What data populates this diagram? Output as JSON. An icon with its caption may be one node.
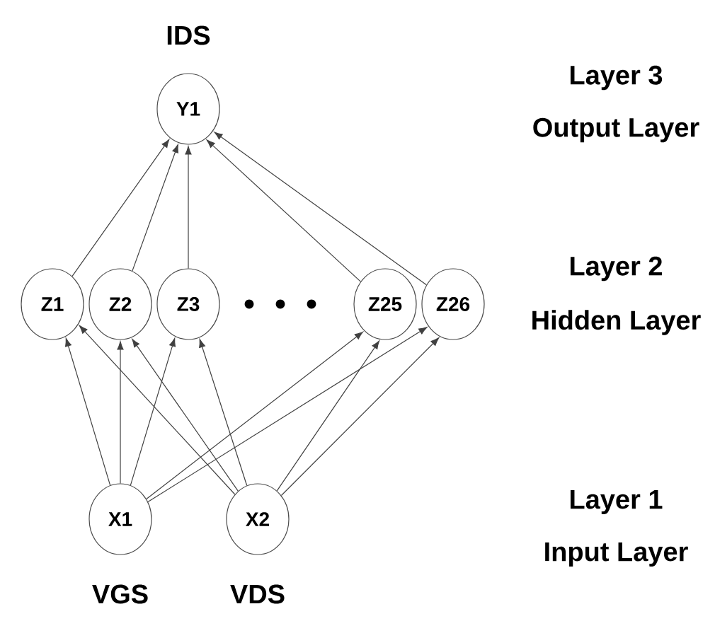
{
  "diagram": {
    "nodes": [
      {
        "text": [
          "Y1"
        ],
        "beside": [
          "IDS"
        ]
      },
      {
        "text": [
          "Z1"
        ]
      },
      {
        "text": [
          "Z2"
        ]
      },
      {
        "text": [
          "Z3"
        ]
      },
      {
        "text": [
          "Z25"
        ]
      },
      {
        "text": [
          "Z26"
        ]
      },
      {
        "text": [
          "X1"
        ],
        "beside": [
          "VGS"
        ]
      },
      {
        "text": [
          "X2"
        ],
        "beside": [
          "VDS"
        ]
      }
    ],
    "edges": [
      {
        "from": 1,
        "to": 0,
        "arrow": "to"
      },
      {
        "from": 2,
        "to": 0,
        "arrow": "to"
      },
      {
        "from": 3,
        "to": 0,
        "arrow": "to"
      },
      {
        "from": 4,
        "to": 0,
        "arrow": "to"
      },
      {
        "from": 5,
        "to": 0,
        "arrow": "to"
      },
      {
        "from": 6,
        "to": 1,
        "arrow": "to"
      },
      {
        "from": 6,
        "to": 2,
        "arrow": "to"
      },
      {
        "from": 6,
        "to": 3,
        "arrow": "to"
      },
      {
        "from": 6,
        "to": 4,
        "arrow": "to"
      },
      {
        "from": 6,
        "to": 5,
        "arrow": "to"
      },
      {
        "from": 7,
        "to": 1,
        "arrow": "to"
      },
      {
        "from": 7,
        "to": 2,
        "arrow": "to"
      },
      {
        "from": 7,
        "to": 3,
        "arrow": "to"
      },
      {
        "from": 7,
        "to": 4,
        "arrow": "to"
      },
      {
        "from": 7,
        "to": 5,
        "arrow": "to"
      }
    ],
    "labels": [
      "Layer 3",
      "Output Layer",
      "Layer 2",
      "Hidden Layer",
      "Layer 1",
      "Input Layer"
    ]
  }
}
